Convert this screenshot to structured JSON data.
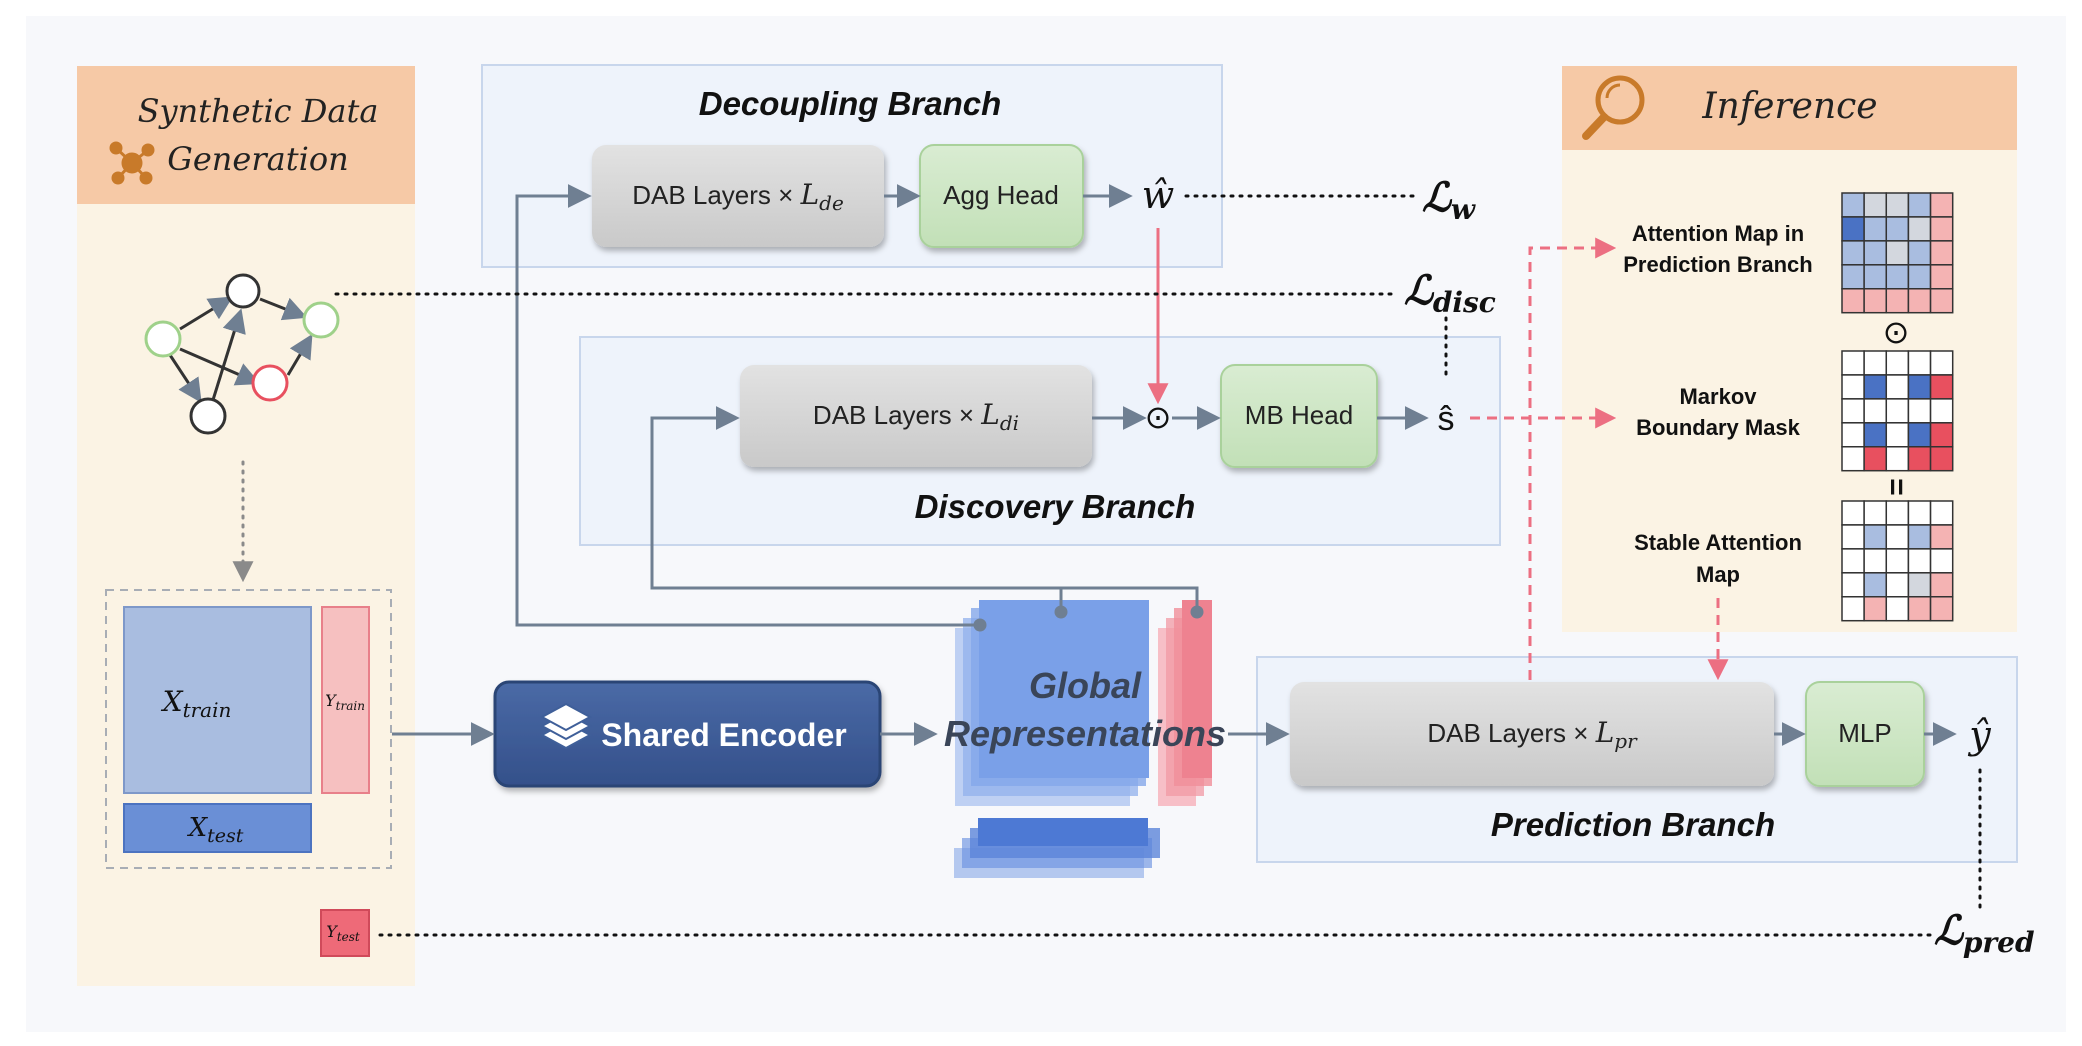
{
  "synthetic": {
    "title_line1": "Synthetic Data",
    "title_line2": "Generation",
    "x_train": "X",
    "x_train_sub": "train",
    "y_train": "Y",
    "y_train_sub": "train",
    "x_test": "X",
    "x_test_sub": "test",
    "y_test": "Y",
    "y_test_sub": "test"
  },
  "decoupling": {
    "title": "Decoupling Branch",
    "dab_label": "DAB Layers × ",
    "dab_var": "L",
    "dab_sub": "de",
    "head": "Agg Head",
    "output": "ŵ"
  },
  "discovery": {
    "title": "Discovery Branch",
    "dab_label": "DAB Layers × ",
    "dab_var": "L",
    "dab_sub": "di",
    "odot": "⊙",
    "head": "MB Head",
    "output": "ŝ"
  },
  "prediction": {
    "title": "Prediction Branch",
    "dab_label": "DAB Layers × ",
    "dab_var": "L",
    "dab_sub": "pr",
    "head": "MLP",
    "output": "ŷ"
  },
  "encoder": {
    "label": "Shared Encoder"
  },
  "global_rep": {
    "line1": "Global",
    "line2": "Representations"
  },
  "losses": {
    "w": "ℒ",
    "w_sub": "w",
    "disc": "ℒ",
    "disc_sub": "disc",
    "pred": "ℒ",
    "pred_sub": "pred"
  },
  "inference": {
    "title": "Inference",
    "attention_line1": "Attention Map in",
    "attention_line2": "Prediction Branch",
    "odot": "⊙",
    "markov_line1": "Markov",
    "markov_line2": "Boundary Mask",
    "equals": "=",
    "stable_line1": "Stable Attention",
    "stable_line2": "Map"
  },
  "colors": {
    "blue_cell_dark": "#4a72c4",
    "blue_cell_light": "#a9bde0",
    "red_cell_dark": "#e8505f",
    "red_cell_light": "#f4b3b3",
    "gray_cell": "#d3d7de",
    "pink_arrow": "#ec6f82",
    "arrow_gray": "#6f7f92",
    "encoder_blue": "#3f5f99"
  },
  "matrices": {
    "attention": [
      [
        "bl",
        "g",
        "g",
        "bl",
        "r"
      ],
      [
        "bd",
        "bl",
        "bl",
        "g",
        "rl"
      ],
      [
        "bl",
        "bl",
        "g",
        "bl",
        "r"
      ],
      [
        "bl",
        "bl",
        "bl",
        "bl",
        "rl"
      ],
      [
        "r",
        "r",
        "r",
        "r",
        "r"
      ]
    ],
    "markov": [
      [
        "w",
        "w",
        "w",
        "w",
        "w"
      ],
      [
        "w",
        "bd",
        "w",
        "bd",
        "rd"
      ],
      [
        "w",
        "w",
        "w",
        "w",
        "w"
      ],
      [
        "w",
        "bd",
        "w",
        "bd",
        "rd"
      ],
      [
        "w",
        "rd",
        "w",
        "rd",
        "rd"
      ]
    ],
    "stable": [
      [
        "w",
        "w",
        "w",
        "w",
        "w"
      ],
      [
        "w",
        "bl",
        "w",
        "bl",
        "rl"
      ],
      [
        "w",
        "w",
        "w",
        "w",
        "w"
      ],
      [
        "w",
        "bl",
        "w",
        "g",
        "rl"
      ],
      [
        "w",
        "r",
        "w",
        "r",
        "r"
      ]
    ]
  }
}
